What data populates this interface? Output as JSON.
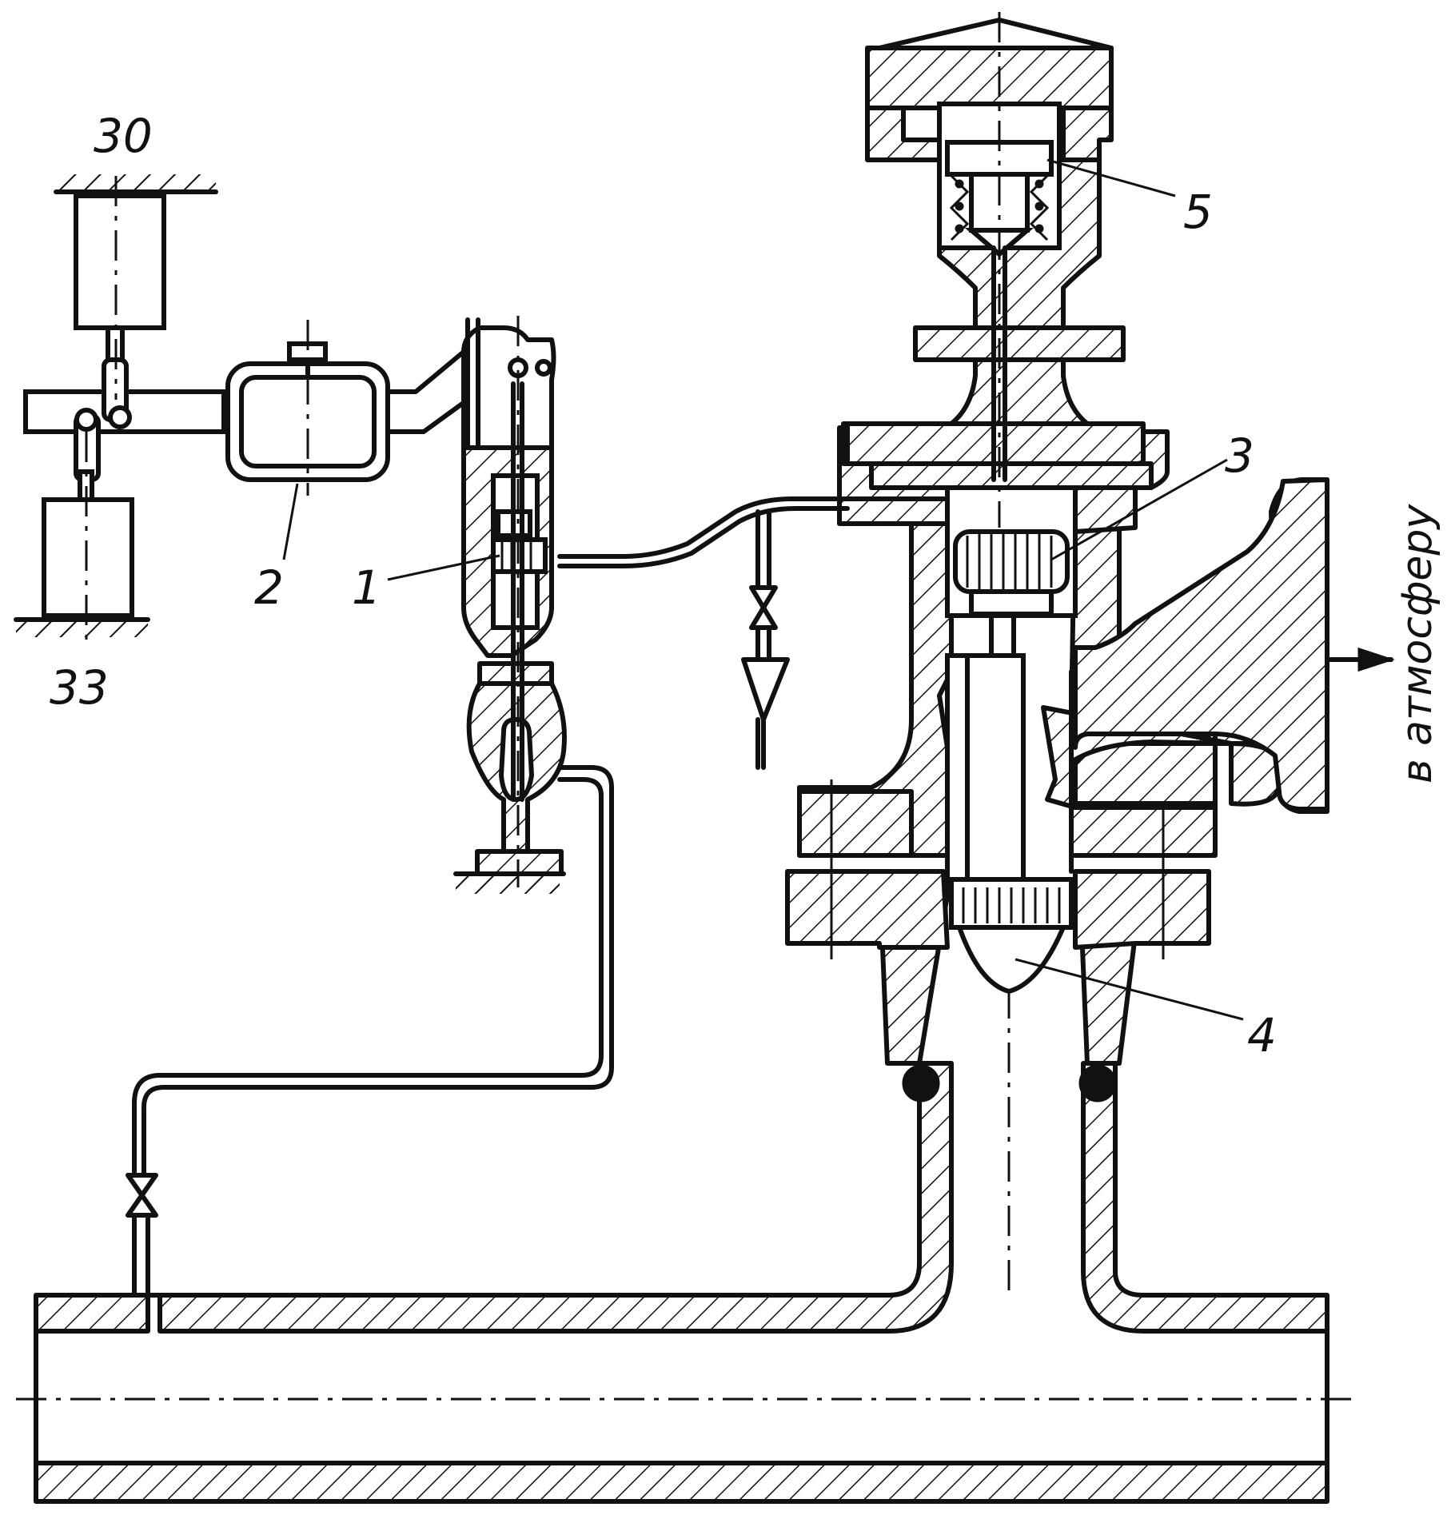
{
  "labels": {
    "ground_top": "30",
    "ground_bottom": "33",
    "part_1": "1",
    "part_2": "2",
    "part_3": "3",
    "part_4": "4",
    "part_5": "5",
    "outlet": "в атмосферу"
  },
  "colors": {
    "ink": "#111111",
    "paper": "#ffffff"
  }
}
